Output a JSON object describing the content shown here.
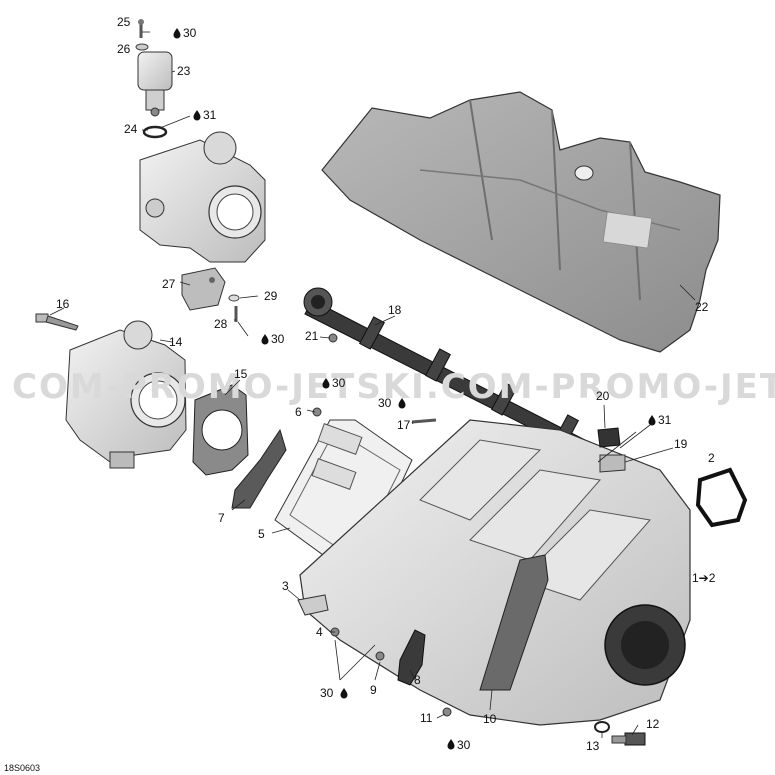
{
  "watermark": "COM-PROMO-JETSKI.COM-PROMO-JETSK",
  "figure_code": "18S0603",
  "drop_icon": "oil-drop-icon",
  "callouts": {
    "c1": "1➔2",
    "c2": "2",
    "c3": "3",
    "c4": "4",
    "c5": "5",
    "c6": "6",
    "c7": "7",
    "c8": "8",
    "c9": "9",
    "c10": "10",
    "c11": "11",
    "c12": "12",
    "c13": "13",
    "c14": "14",
    "c15": "15",
    "c16": "16",
    "c17": "17",
    "c18": "18",
    "c19": "19",
    "c20": "20",
    "c21": "21",
    "c22": "22",
    "c23": "23",
    "c24": "24",
    "c25": "25",
    "c26": "26",
    "c27": "27",
    "c28": "28",
    "c29": "29"
  },
  "torque_notes": {
    "t30a": "30",
    "t31a": "31",
    "t30b": "30",
    "t30c": "30",
    "t30d": "30",
    "t31b": "31",
    "t30e": "30",
    "t30f": "30"
  }
}
